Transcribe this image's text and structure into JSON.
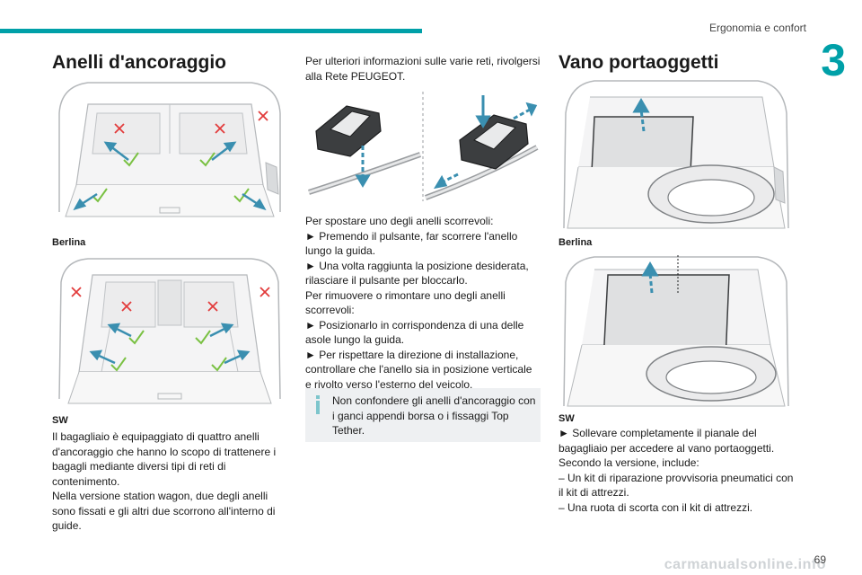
{
  "header": {
    "chapter_title": "Ergonomia e confort",
    "chapter_number": "3"
  },
  "left": {
    "title": "Anelli d'ancoraggio",
    "caption_1": "Berlina",
    "caption_2": "SW",
    "paragraph_1": "Il bagagliaio è equipaggiato di quattro anelli d'ancoraggio che hanno lo scopo di trattenere i bagagli mediante diversi tipi di reti di contenimento.",
    "paragraph_2": "Nella versione station wagon, due degli anelli sono fissati e gli altri due scorrono all'interno di guide."
  },
  "middle": {
    "intro": "Per ulteriori informazioni sulle varie reti, rivolgersi alla Rete PEUGEOT.",
    "lines": [
      "Per spostare uno degli anelli scorrevoli:",
      "► Premendo il pulsante, far scorrere l'anello lungo la guida.",
      "► Una volta raggiunta la posizione desiderata, rilasciare il pulsante per bloccarlo.",
      "Per rimuovere o rimontare uno degli anelli scorrevoli:",
      "► Posizionarlo in corrispondenza di una delle asole lungo la guida.",
      "► Per rispettare la direzione di installazione, controllare che l'anello sia in posizione verticale e rivolto verso l'esterno del veicolo."
    ],
    "note": "Non confondere gli anelli d'ancoraggio con i ganci appendi borsa o i fissaggi Top Tether."
  },
  "right": {
    "title": "Vano portaoggetti",
    "caption_1": "Berlina",
    "caption_2": "SW",
    "lines": [
      "► Sollevare completamente il pianale del bagagliaio per accedere al vano portaoggetti.",
      "Secondo la versione, include:",
      "– Un kit di riparazione provvisoria pneumatici con il kit di attrezzi.",
      "– Una ruota di scorta con il kit di attrezzi."
    ]
  },
  "footer": {
    "page_number": "69",
    "watermark": "carmanualsonline.info"
  },
  "colors": {
    "accent": "#00a0a8",
    "arrow": "#3a8fb0",
    "check": "#7ac143",
    "cross": "#e23b3b",
    "note_bg": "#eef0f2"
  }
}
